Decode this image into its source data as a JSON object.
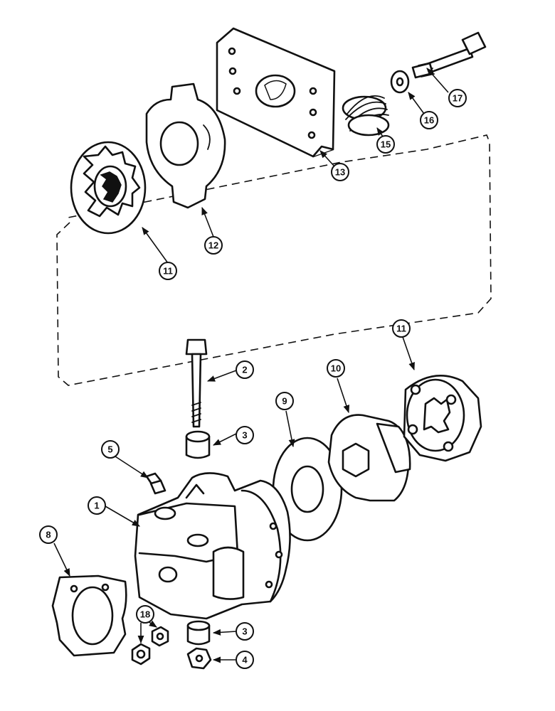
{
  "callouts": {
    "c1": "1",
    "c2": "2",
    "c3a": "3",
    "c3b": "3",
    "c4": "4",
    "c5": "5",
    "c8": "8",
    "c9": "9",
    "c10": "10",
    "c11a": "11",
    "c11b": "11",
    "c12": "12",
    "c13": "13",
    "c15": "15",
    "c16": "16",
    "c17": "17",
    "c18": "18"
  }
}
